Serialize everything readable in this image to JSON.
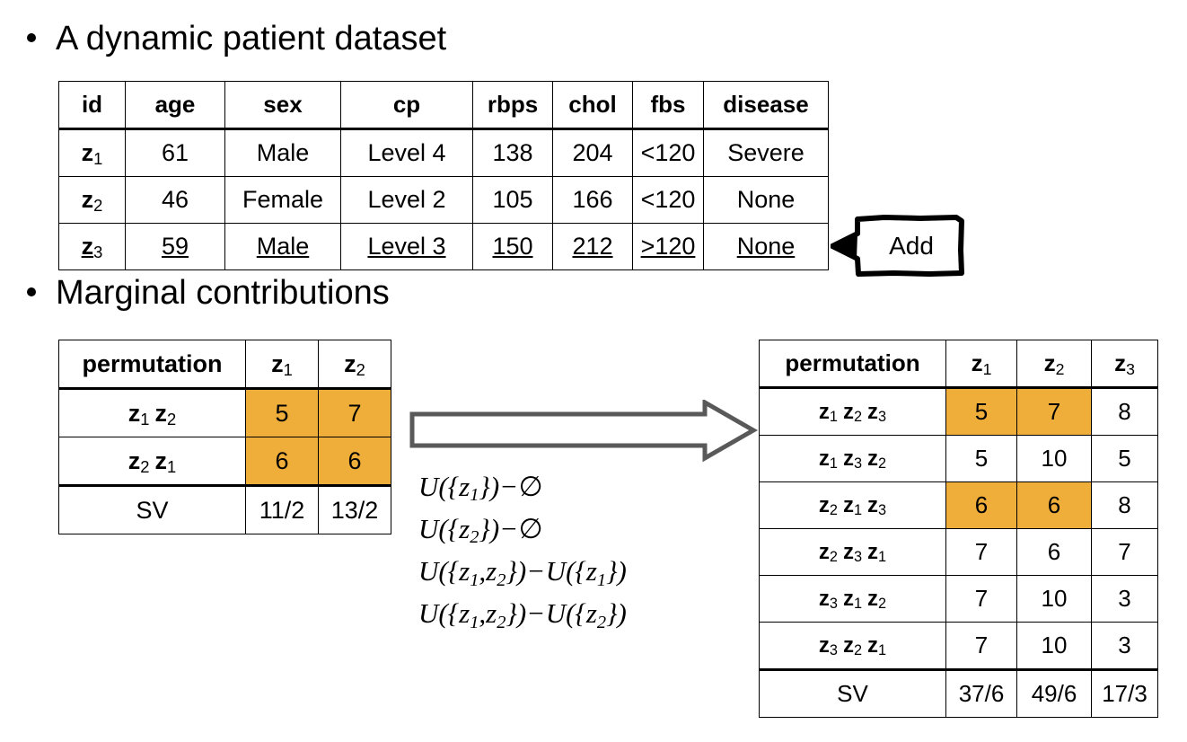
{
  "slide": {
    "bullets": [
      {
        "name": "dataset",
        "text": "A dynamic patient dataset"
      },
      {
        "name": "marginal",
        "text": "Marginal contributions"
      }
    ]
  },
  "patient_table": {
    "columns": [
      "id",
      "age",
      "sex",
      "cp",
      "rbps",
      "chol",
      "fbs",
      "disease"
    ],
    "rows": [
      {
        "id": "z",
        "id_sub": "1",
        "age": "61",
        "sex": "Male",
        "cp": "Level 4",
        "rbps": "138",
        "chol": "204",
        "fbs": "<120",
        "disease": "Severe",
        "added": false
      },
      {
        "id": "z",
        "id_sub": "2",
        "age": "46",
        "sex": "Female",
        "cp": "Level 2",
        "rbps": "105",
        "chol": "166",
        "fbs": "<120",
        "disease": "None",
        "added": false
      },
      {
        "id": "z",
        "id_sub": "3",
        "age": "59",
        "sex": "Male",
        "cp": "Level 3",
        "rbps": "150",
        "chol": "212",
        "fbs": ">120",
        "disease": "None",
        "added": true
      }
    ]
  },
  "add_callout": {
    "label": "Add"
  },
  "marginal_left": {
    "columns": [
      "permutation",
      "z1",
      "z2"
    ],
    "column_labels": [
      {
        "base": "permutation",
        "sub": ""
      },
      {
        "base": "z",
        "sub": "1"
      },
      {
        "base": "z",
        "sub": "2"
      }
    ],
    "rows": [
      {
        "permutation": [
          {
            "base": "z",
            "sub": "1"
          },
          {
            "base": "z",
            "sub": "2"
          }
        ],
        "values": [
          "5",
          "7"
        ],
        "highlight": [
          true,
          true
        ]
      },
      {
        "permutation": [
          {
            "base": "z",
            "sub": "2"
          },
          {
            "base": "z",
            "sub": "1"
          }
        ],
        "values": [
          "6",
          "6"
        ],
        "highlight": [
          true,
          true
        ]
      }
    ],
    "sv_label": "SV",
    "sv_values": [
      "11/2",
      "13/2"
    ]
  },
  "marginal_right": {
    "columns": [
      "permutation",
      "z1",
      "z2",
      "z3"
    ],
    "column_labels": [
      {
        "base": "permutation",
        "sub": ""
      },
      {
        "base": "z",
        "sub": "1"
      },
      {
        "base": "z",
        "sub": "2"
      },
      {
        "base": "z",
        "sub": "3"
      }
    ],
    "rows": [
      {
        "permutation": [
          {
            "base": "z",
            "sub": "1"
          },
          {
            "base": "z",
            "sub": "2"
          },
          {
            "base": "z",
            "sub": "3"
          }
        ],
        "values": [
          "5",
          "7",
          "8"
        ],
        "highlight": [
          true,
          true,
          false
        ]
      },
      {
        "permutation": [
          {
            "base": "z",
            "sub": "1"
          },
          {
            "base": "z",
            "sub": "3"
          },
          {
            "base": "z",
            "sub": "2"
          }
        ],
        "values": [
          "5",
          "10",
          "5"
        ],
        "highlight": [
          false,
          false,
          false
        ]
      },
      {
        "permutation": [
          {
            "base": "z",
            "sub": "2"
          },
          {
            "base": "z",
            "sub": "1"
          },
          {
            "base": "z",
            "sub": "3"
          }
        ],
        "values": [
          "6",
          "6",
          "8"
        ],
        "highlight": [
          true,
          true,
          false
        ]
      },
      {
        "permutation": [
          {
            "base": "z",
            "sub": "2"
          },
          {
            "base": "z",
            "sub": "3"
          },
          {
            "base": "z",
            "sub": "1"
          }
        ],
        "values": [
          "7",
          "6",
          "7"
        ],
        "highlight": [
          false,
          false,
          false
        ]
      },
      {
        "permutation": [
          {
            "base": "z",
            "sub": "3"
          },
          {
            "base": "z",
            "sub": "1"
          },
          {
            "base": "z",
            "sub": "2"
          }
        ],
        "values": [
          "7",
          "10",
          "3"
        ],
        "highlight": [
          false,
          false,
          false
        ]
      },
      {
        "permutation": [
          {
            "base": "z",
            "sub": "3"
          },
          {
            "base": "z",
            "sub": "2"
          },
          {
            "base": "z",
            "sub": "1"
          }
        ],
        "values": [
          "7",
          "10",
          "3"
        ],
        "highlight": [
          false,
          false,
          false
        ]
      }
    ],
    "sv_label": "SV",
    "sv_values": [
      "37/6",
      "49/6",
      "17/3"
    ]
  },
  "formulas": [
    {
      "parts": [
        {
          "t": "U",
          "style": "var"
        },
        {
          "t": "({",
          "style": "plain"
        },
        {
          "t": "z",
          "style": "var",
          "sub": "1"
        },
        {
          "t": "})",
          "style": "plain"
        },
        {
          "t": "−",
          "style": "op"
        },
        {
          "t": "∅",
          "style": "plain"
        }
      ],
      "text": "U({z1}) − ∅"
    },
    {
      "parts": [
        {
          "t": "U",
          "style": "var"
        },
        {
          "t": "({",
          "style": "plain"
        },
        {
          "t": "z",
          "style": "var",
          "sub": "2"
        },
        {
          "t": "})",
          "style": "plain"
        },
        {
          "t": "−",
          "style": "op"
        },
        {
          "t": "∅",
          "style": "plain"
        }
      ],
      "text": "U({z2}) − ∅"
    },
    {
      "parts": [
        {
          "t": "U",
          "style": "var"
        },
        {
          "t": "({",
          "style": "plain"
        },
        {
          "t": "z",
          "style": "var",
          "sub": "1"
        },
        {
          "t": ",",
          "style": "plain"
        },
        {
          "t": "z",
          "style": "var",
          "sub": "2"
        },
        {
          "t": "})",
          "style": "plain"
        },
        {
          "t": "−",
          "style": "op"
        },
        {
          "t": "U",
          "style": "var"
        },
        {
          "t": "({",
          "style": "plain"
        },
        {
          "t": "z",
          "style": "var",
          "sub": "1"
        },
        {
          "t": "})",
          "style": "plain"
        }
      ],
      "text": "U({z1, z2}) − U({z1})"
    },
    {
      "parts": [
        {
          "t": "U",
          "style": "var"
        },
        {
          "t": "({",
          "style": "plain"
        },
        {
          "t": "z",
          "style": "var",
          "sub": "1"
        },
        {
          "t": ",",
          "style": "plain"
        },
        {
          "t": "z",
          "style": "var",
          "sub": "2"
        },
        {
          "t": "})",
          "style": "plain"
        },
        {
          "t": "−",
          "style": "op"
        },
        {
          "t": "U",
          "style": "var"
        },
        {
          "t": "({",
          "style": "plain"
        },
        {
          "t": "z",
          "style": "var",
          "sub": "2"
        },
        {
          "t": "})",
          "style": "plain"
        }
      ],
      "text": "U({z1, z2}) − U({z2})"
    }
  ],
  "colors": {
    "highlight": "#efae3a",
    "arrow_outline": "#595959",
    "text": "#000000",
    "border": "#000000"
  }
}
